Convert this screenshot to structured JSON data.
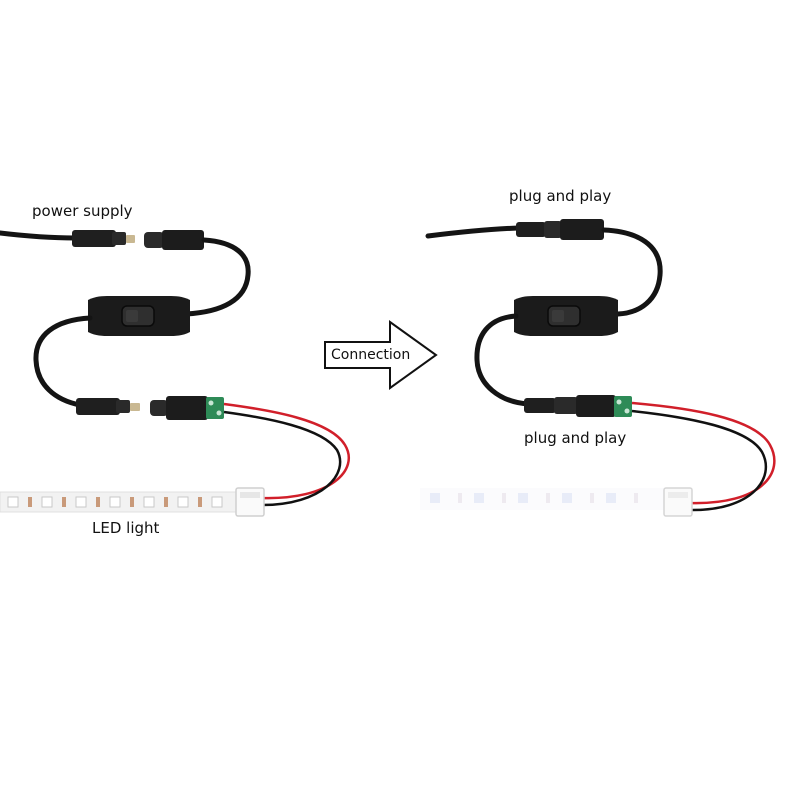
{
  "labels": {
    "power_supply": "power supply",
    "led_light": "LED light",
    "plug_and_play_top": "plug and play",
    "plug_and_play_bottom": "plug and play",
    "connection": "Connection"
  },
  "colors": {
    "cable": "#141414",
    "connector": "#1f1f1f",
    "pin": "#c9b892",
    "terminal_block": "#2e8b57",
    "wire_red": "#d11f2a",
    "wire_black": "#111111",
    "led_strip": "#f2f2f2",
    "led_strip_faded": "#f8f8fb",
    "arrow_outline": "#111111"
  },
  "icons": {
    "switch": "inline-rocker-switch-icon",
    "arrow": "right-arrow-icon"
  }
}
